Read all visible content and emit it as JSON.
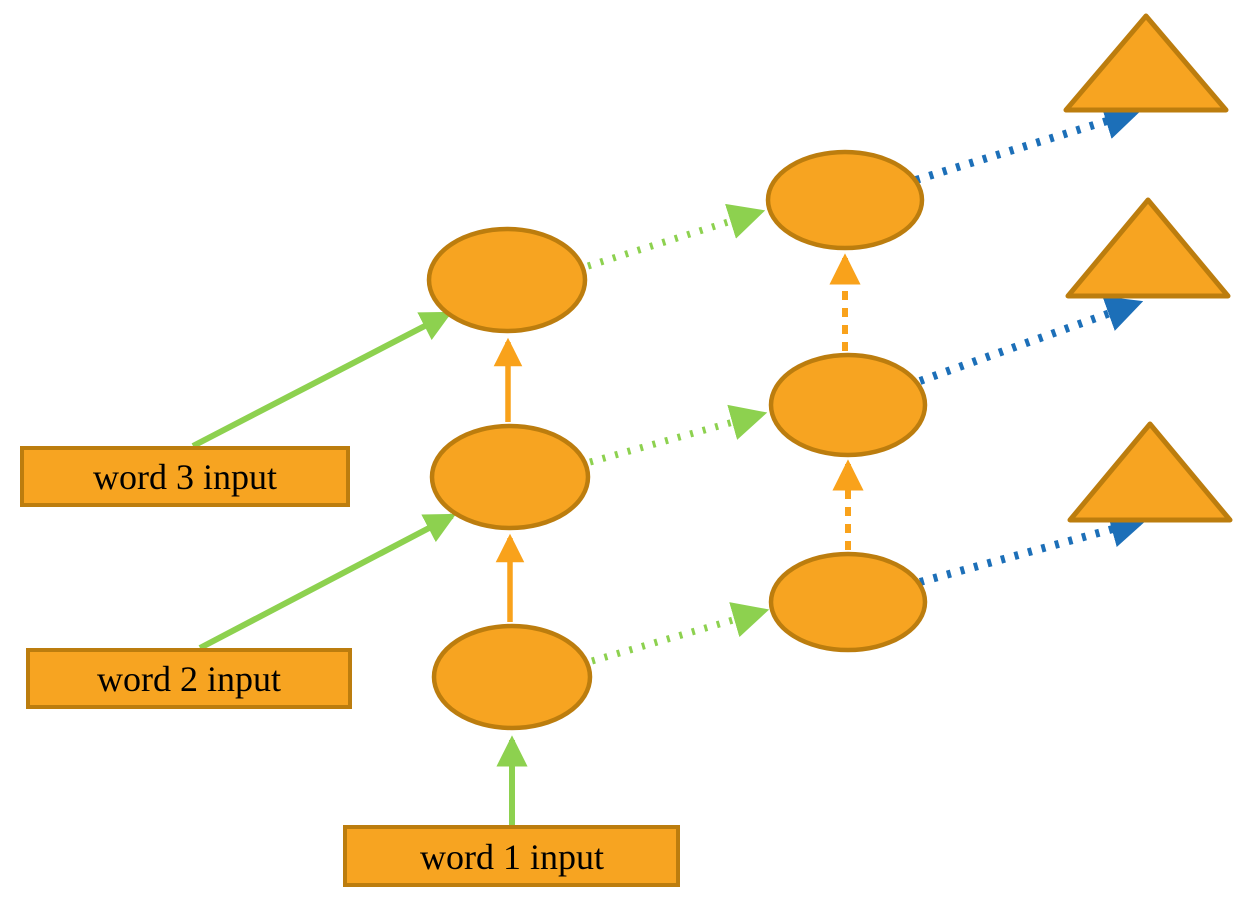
{
  "diagram": {
    "description": "Unrolled recurrent network diagram: word inputs feed hidden-state ellipses across two layers, producing output triangles",
    "inputs": [
      {
        "id": "word-3",
        "label": "word 3 input"
      },
      {
        "id": "word-2",
        "label": "word 2 input"
      },
      {
        "id": "word-1",
        "label": "word 1 input"
      }
    ],
    "nodes": {
      "layer1_ellipses": [
        "hidden-l1-t3",
        "hidden-l1-t2",
        "hidden-l1-t1"
      ],
      "layer2_ellipses": [
        "hidden-l2-t3",
        "hidden-l2-t2",
        "hidden-l2-t1"
      ],
      "output_triangles": [
        "output-t3",
        "output-t2",
        "output-t1"
      ]
    },
    "edges": [
      {
        "from": "word-3",
        "to": "hidden-l1-t3",
        "style": "green-solid"
      },
      {
        "from": "word-2",
        "to": "hidden-l1-t2",
        "style": "green-solid"
      },
      {
        "from": "word-1",
        "to": "hidden-l1-t1",
        "style": "green-solid"
      },
      {
        "from": "hidden-l1-t1",
        "to": "hidden-l1-t2",
        "style": "orange-solid"
      },
      {
        "from": "hidden-l1-t2",
        "to": "hidden-l1-t3",
        "style": "orange-solid"
      },
      {
        "from": "hidden-l1-t3",
        "to": "hidden-l2-t3",
        "style": "green-dotted"
      },
      {
        "from": "hidden-l1-t2",
        "to": "hidden-l2-t2",
        "style": "green-dotted"
      },
      {
        "from": "hidden-l1-t1",
        "to": "hidden-l2-t1",
        "style": "green-dotted"
      },
      {
        "from": "hidden-l2-t1",
        "to": "hidden-l2-t2",
        "style": "orange-dashed"
      },
      {
        "from": "hidden-l2-t2",
        "to": "hidden-l2-t3",
        "style": "orange-dashed"
      },
      {
        "from": "hidden-l2-t3",
        "to": "output-t3",
        "style": "blue-dotted"
      },
      {
        "from": "hidden-l2-t2",
        "to": "output-t2",
        "style": "blue-dotted"
      },
      {
        "from": "hidden-l2-t1",
        "to": "output-t1",
        "style": "blue-dotted"
      }
    ],
    "colors": {
      "shape_fill": "#F7A421",
      "shape_stroke": "#BC7D0E",
      "green_arrow": "#8DD14F",
      "orange_arrow": "#F9A21B",
      "blue_arrow": "#1C6FB8",
      "text": "#000000",
      "background": "#FFFFFF"
    }
  }
}
